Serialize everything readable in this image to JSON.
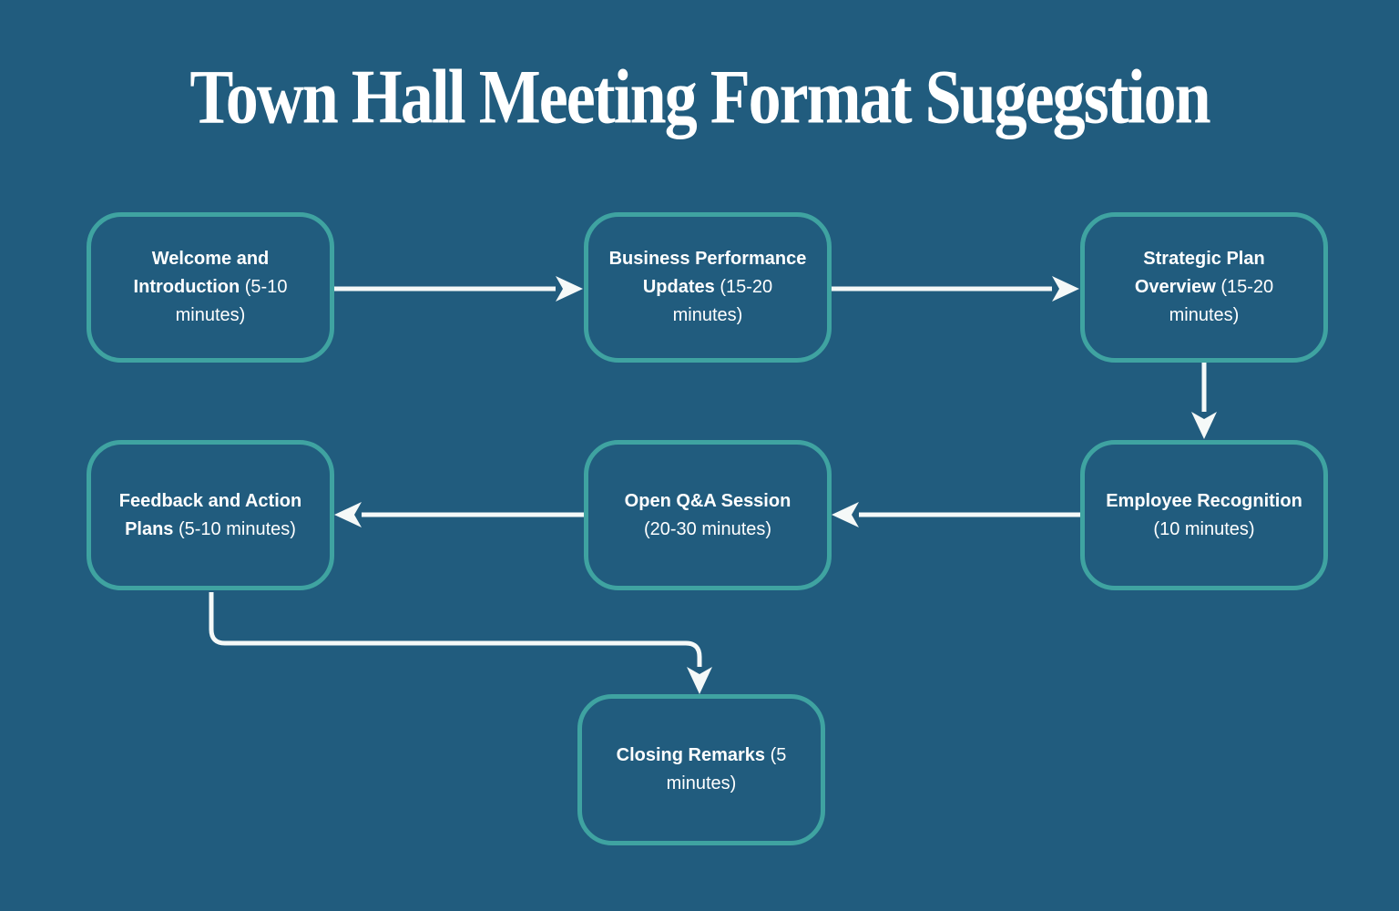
{
  "title": "Town Hall Meeting Format Sugegstion",
  "colors": {
    "background": "#215C7E",
    "box_border": "#3FA3A1",
    "text": "#FFFFFF",
    "arrow": "#F5F9F8"
  },
  "nodes": [
    {
      "id": "welcome",
      "name": "Welcome and Introduction",
      "duration": "(5-10 minutes)"
    },
    {
      "id": "business",
      "name": "Business Performance Updates",
      "duration": "(15-20 minutes)"
    },
    {
      "id": "strategic",
      "name": "Strategic Plan Overview",
      "duration": "(15-20 minutes)"
    },
    {
      "id": "feedback",
      "name": "Feedback and Action Plans",
      "duration": "(5-10 minutes)"
    },
    {
      "id": "qa",
      "name": "Open Q&A Session",
      "duration": "(20-30 minutes)"
    },
    {
      "id": "recognition",
      "name": "Employee Recognition",
      "duration": "(10 minutes)"
    },
    {
      "id": "closing",
      "name": "Closing Remarks",
      "duration": "(5 minutes)"
    }
  ],
  "edges": [
    {
      "from": "welcome",
      "to": "business"
    },
    {
      "from": "business",
      "to": "strategic"
    },
    {
      "from": "strategic",
      "to": "recognition"
    },
    {
      "from": "recognition",
      "to": "qa"
    },
    {
      "from": "qa",
      "to": "feedback"
    },
    {
      "from": "feedback",
      "to": "closing"
    }
  ]
}
